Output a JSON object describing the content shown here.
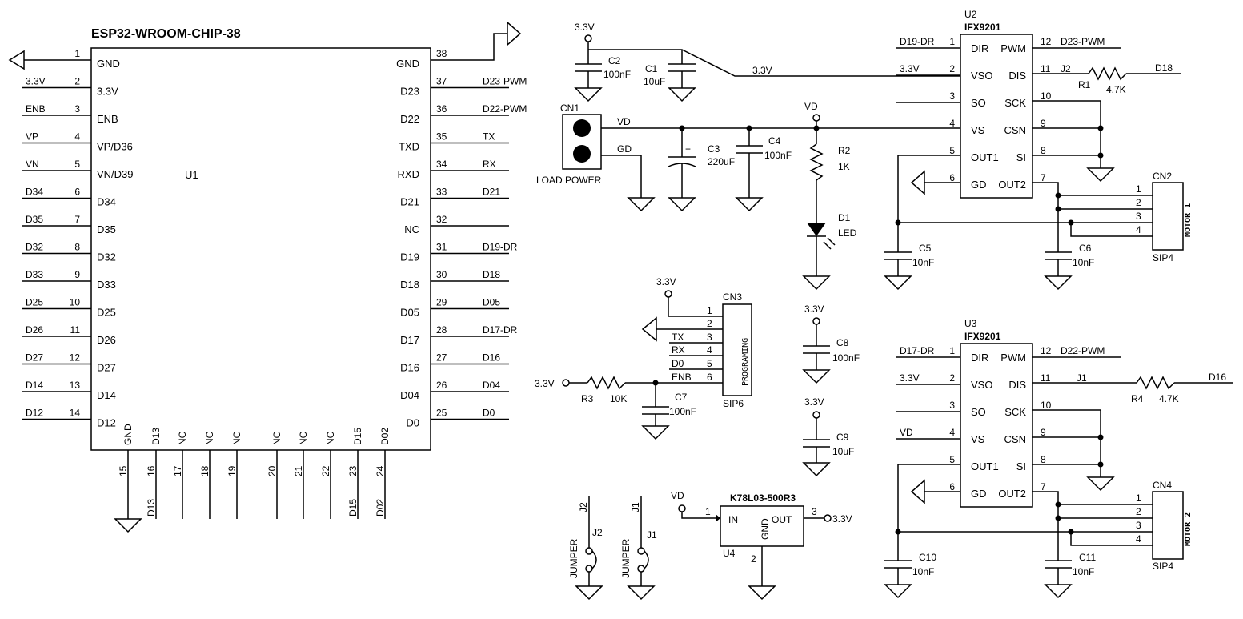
{
  "u1": {
    "title": "ESP32-WROOM-CHIP-38",
    "ref": "U1",
    "left_pins": [
      {
        "num": "1",
        "name": "GND",
        "net": ""
      },
      {
        "num": "2",
        "name": "3.3V",
        "net": "3.3V"
      },
      {
        "num": "3",
        "name": "ENB",
        "net": "ENB"
      },
      {
        "num": "4",
        "name": "VP/D36",
        "net": "VP"
      },
      {
        "num": "5",
        "name": "VN/D39",
        "net": "VN"
      },
      {
        "num": "6",
        "name": "D34",
        "net": "D34"
      },
      {
        "num": "7",
        "name": "D35",
        "net": "D35"
      },
      {
        "num": "8",
        "name": "D32",
        "net": "D32"
      },
      {
        "num": "9",
        "name": "D33",
        "net": "D33"
      },
      {
        "num": "10",
        "name": "D25",
        "net": "D25"
      },
      {
        "num": "11",
        "name": "D26",
        "net": "D26"
      },
      {
        "num": "12",
        "name": "D27",
        "net": "D27"
      },
      {
        "num": "13",
        "name": "D14",
        "net": "D14"
      },
      {
        "num": "14",
        "name": "D12",
        "net": "D12"
      }
    ],
    "right_pins": [
      {
        "num": "38",
        "name": "GND",
        "net": ""
      },
      {
        "num": "37",
        "name": "D23",
        "net": "D23-PWM"
      },
      {
        "num": "36",
        "name": "D22",
        "net": "D22-PWM"
      },
      {
        "num": "35",
        "name": "TXD",
        "net": "TX"
      },
      {
        "num": "34",
        "name": "RXD",
        "net": "RX"
      },
      {
        "num": "33",
        "name": "D21",
        "net": "D21"
      },
      {
        "num": "32",
        "name": "NC",
        "net": ""
      },
      {
        "num": "31",
        "name": "D19",
        "net": "D19-DR"
      },
      {
        "num": "30",
        "name": "D18",
        "net": "D18"
      },
      {
        "num": "29",
        "name": "D05",
        "net": "D05"
      },
      {
        "num": "28",
        "name": "D17",
        "net": "D17-DR"
      },
      {
        "num": "27",
        "name": "D16",
        "net": "D16"
      },
      {
        "num": "26",
        "name": "D04",
        "net": "D04"
      },
      {
        "num": "25",
        "name": "D0",
        "net": "D0"
      }
    ],
    "bottom_pins": [
      {
        "num": "15",
        "name": "GND",
        "net": ""
      },
      {
        "num": "16",
        "name": "D13",
        "net": "D13"
      },
      {
        "num": "17",
        "name": "NC",
        "net": ""
      },
      {
        "num": "18",
        "name": "NC",
        "net": ""
      },
      {
        "num": "19",
        "name": "NC",
        "net": ""
      },
      {
        "num": "20",
        "name": "NC",
        "net": ""
      },
      {
        "num": "21",
        "name": "NC",
        "net": ""
      },
      {
        "num": "22",
        "name": "NC",
        "net": ""
      },
      {
        "num": "23",
        "name": "D15",
        "net": "D15"
      },
      {
        "num": "24",
        "name": "D02",
        "net": "D02"
      }
    ]
  },
  "power_input": {
    "rail_top": "3.3V",
    "c2": {
      "ref": "C2",
      "value": "100nF"
    },
    "c1": {
      "ref": "C1",
      "value": "10uF"
    },
    "rail_net": "3.3V",
    "cn1": {
      "ref": "CN1",
      "label": "LOAD POWER",
      "net_vd": "VD",
      "net_gd": "GD"
    },
    "c3": {
      "ref": "C3",
      "value": "220uF",
      "polarity": "+"
    },
    "c4": {
      "ref": "C4",
      "value": "100nF"
    },
    "vd_label": "VD",
    "r2": {
      "ref": "R2",
      "value": "1K"
    },
    "d1": {
      "ref": "D1",
      "value": "LED"
    }
  },
  "u2": {
    "ref": "U2",
    "part": "IFX9201",
    "left": [
      {
        "num": "1",
        "name": "DIR",
        "net": "D19-DR"
      },
      {
        "num": "2",
        "name": "VSO",
        "net": "3.3V"
      },
      {
        "num": "3",
        "name": "SO",
        "net": ""
      },
      {
        "num": "4",
        "name": "VS",
        "net": ""
      },
      {
        "num": "5",
        "name": "OUT1",
        "net": ""
      },
      {
        "num": "6",
        "name": "GD",
        "net": ""
      }
    ],
    "right": [
      {
        "num": "12",
        "name": "PWM",
        "net": "D23-PWM"
      },
      {
        "num": "11",
        "name": "DIS",
        "net": "J2"
      },
      {
        "num": "10",
        "name": "SCK",
        "net": ""
      },
      {
        "num": "9",
        "name": "CSN",
        "net": ""
      },
      {
        "num": "8",
        "name": "SI",
        "net": ""
      },
      {
        "num": "7",
        "name": "OUT2",
        "net": ""
      }
    ],
    "r": {
      "ref": "R1",
      "value": "4.7K",
      "net": "D18"
    },
    "c_left": {
      "ref": "C5",
      "value": "10nF"
    },
    "c_right": {
      "ref": "C6",
      "value": "10nF"
    },
    "conn": {
      "ref": "CN2",
      "name": "MOTOR 1",
      "type": "SIP4",
      "pins": [
        "1",
        "2",
        "3",
        "4"
      ]
    }
  },
  "u3": {
    "ref": "U3",
    "part": "IFX9201",
    "left": [
      {
        "num": "1",
        "name": "DIR",
        "net": "D17-DR"
      },
      {
        "num": "2",
        "name": "VSO",
        "net": "3.3V"
      },
      {
        "num": "3",
        "name": "SO",
        "net": ""
      },
      {
        "num": "4",
        "name": "VS",
        "net": "VD"
      },
      {
        "num": "5",
        "name": "OUT1",
        "net": ""
      },
      {
        "num": "6",
        "name": "GD",
        "net": ""
      }
    ],
    "right": [
      {
        "num": "12",
        "name": "PWM",
        "net": "D22-PWM"
      },
      {
        "num": "11",
        "name": "DIS",
        "net": "J1"
      },
      {
        "num": "10",
        "name": "SCK",
        "net": ""
      },
      {
        "num": "9",
        "name": "CSN",
        "net": ""
      },
      {
        "num": "8",
        "name": "SI",
        "net": ""
      },
      {
        "num": "7",
        "name": "OUT2",
        "net": ""
      }
    ],
    "r": {
      "ref": "R4",
      "value": "4.7K",
      "net": "D16"
    },
    "c_left": {
      "ref": "C10",
      "value": "10nF"
    },
    "c_right": {
      "ref": "C11",
      "value": "10nF"
    },
    "conn": {
      "ref": "CN4",
      "name": "MOTOR 2",
      "type": "SIP4",
      "pins": [
        "1",
        "2",
        "3",
        "4"
      ]
    }
  },
  "cn3": {
    "ref": "CN3",
    "name": "PROGRAMING",
    "type": "SIP6",
    "rail": "3.3V",
    "pins": [
      {
        "num": "1",
        "net": ""
      },
      {
        "num": "2",
        "net": ""
      },
      {
        "num": "3",
        "net": "TX"
      },
      {
        "num": "4",
        "net": "RX"
      },
      {
        "num": "5",
        "net": "D0"
      },
      {
        "num": "6",
        "net": "ENB"
      }
    ],
    "r3": {
      "ref": "R3",
      "value": "10K",
      "rail": "3.3V"
    },
    "c7": {
      "ref": "C7",
      "value": "100nF"
    }
  },
  "decoupling": [
    {
      "rail": "3.3V",
      "ref": "C8",
      "value": "100nF"
    },
    {
      "rail": "3.3V",
      "ref": "C9",
      "value": "10uF"
    }
  ],
  "regulator": {
    "part": "K78L03-500R3",
    "ref": "U4",
    "in_net": "VD",
    "out_net": "3.3V",
    "pins": {
      "in_num": "1",
      "in": "IN",
      "gnd": "GND",
      "gnd_num": "2",
      "out": "OUT",
      "out_num": "3"
    }
  },
  "jumpers": [
    {
      "ref": "J2",
      "type": "JUMPER"
    },
    {
      "ref": "J1",
      "type": "JUMPER"
    }
  ]
}
